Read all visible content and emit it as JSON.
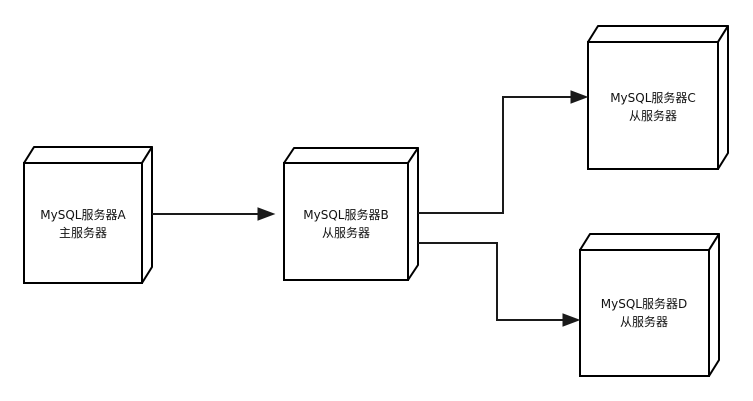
{
  "nodes": {
    "a": {
      "line1": "MySQL服务器A",
      "line2": "主服务器"
    },
    "b": {
      "line1": "MySQL服务器B",
      "line2": "从服务器"
    },
    "c": {
      "line1": "MySQL服务器C",
      "line2": "从服务器"
    },
    "d": {
      "line1": "MySQL服务器D",
      "line2": "从服务器"
    }
  },
  "edges": [
    {
      "from": "a",
      "to": "b"
    },
    {
      "from": "b",
      "to": "c"
    },
    {
      "from": "b",
      "to": "d"
    }
  ],
  "colors": {
    "stroke": "#000000",
    "fill": "#ffffff",
    "text": "#111111"
  }
}
